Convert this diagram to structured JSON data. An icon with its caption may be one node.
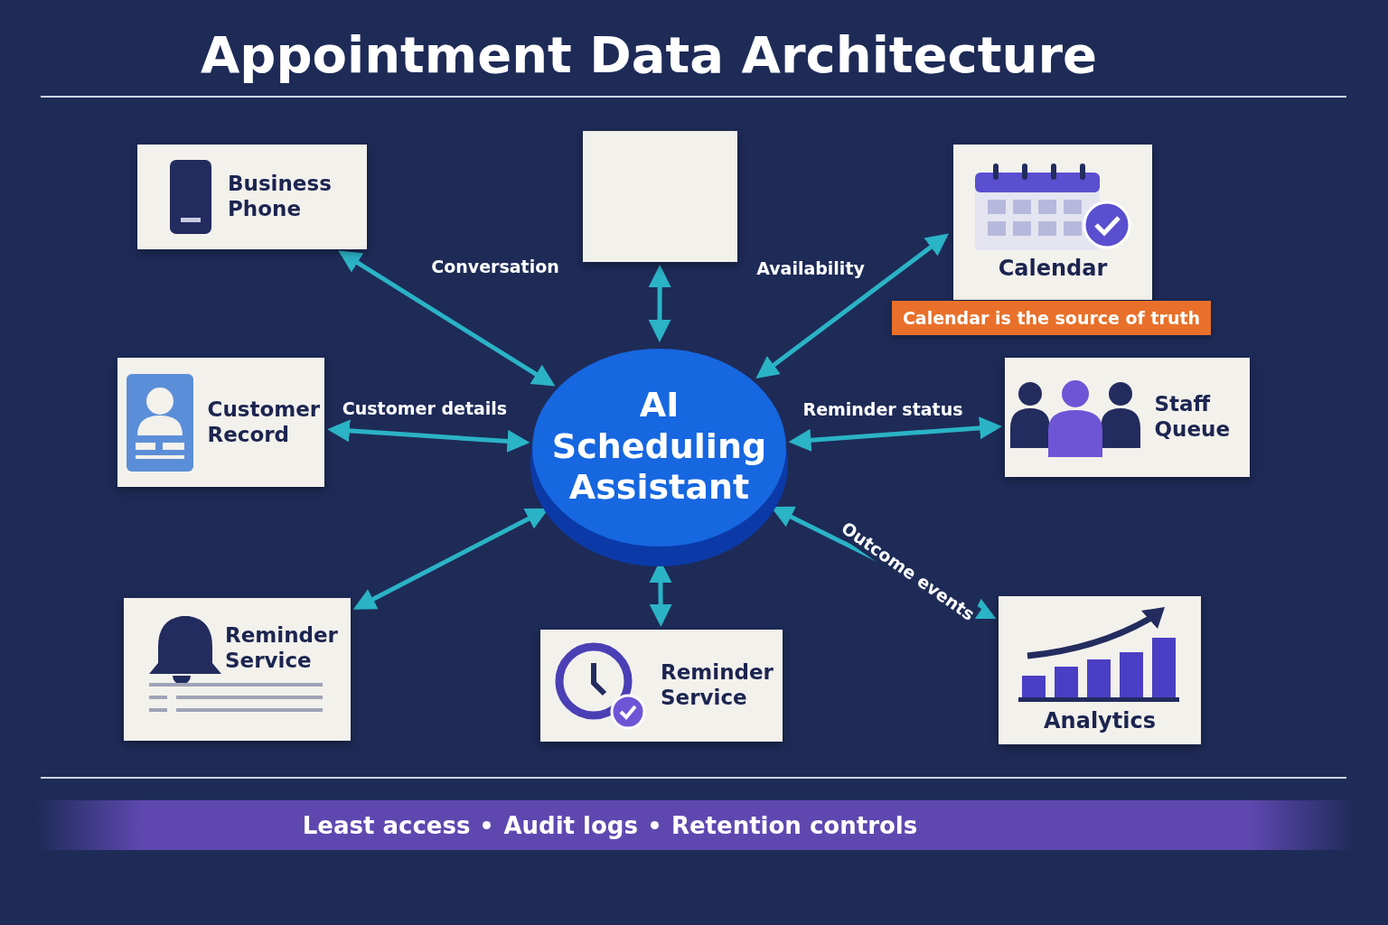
{
  "diagram": {
    "title": "Appointment Data Architecture",
    "nodes": [
      {
        "text": [
          "Business Phone"
        ]
      },
      {
        "text": [],
        "shape": "box"
      },
      {
        "text": [
          "Calendar"
        ]
      },
      {
        "text": [
          "Calendar is the source of truth"
        ]
      },
      {
        "text": [
          "Customer Record"
        ]
      },
      {
        "text": [
          "AI Scheduling Assistant"
        ]
      },
      {
        "text": [
          "Staff Queue"
        ]
      },
      {
        "text": [
          "Reminder Service"
        ]
      },
      {
        "text": [
          "Reminder Service"
        ]
      },
      {
        "text": [
          "Analytics"
        ]
      }
    ],
    "edges": [
      {
        "from": 5,
        "to": 0,
        "arrow": "both",
        "label": "Conversation"
      },
      {
        "from": 5,
        "to": 1,
        "arrow": "both"
      },
      {
        "from": 5,
        "to": 2,
        "arrow": "both",
        "label": "Availability"
      },
      {
        "from": 5,
        "to": 4,
        "arrow": "both",
        "label": "Customer details"
      },
      {
        "from": 5,
        "to": 6,
        "arrow": "both",
        "label": "Reminder status"
      },
      {
        "from": 5,
        "to": 7,
        "arrow": "both"
      },
      {
        "from": 5,
        "to": 8,
        "arrow": "both"
      },
      {
        "from": 5,
        "to": 9,
        "arrow": "both",
        "label": "Outcome events"
      }
    ],
    "labels": [
      "Least access",
      "Audit logs",
      "Retention controls"
    ]
  }
}
